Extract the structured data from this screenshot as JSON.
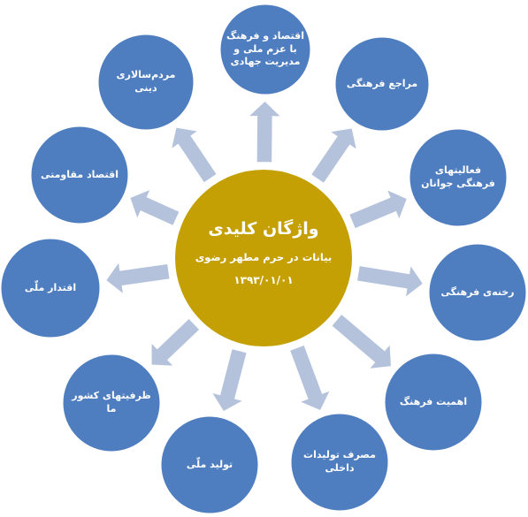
{
  "center": {
    "title": "واژگان کلیدی",
    "subtitle": "بیانات در حرم مطهر رضوی",
    "date": "۱۳۹۳/۰۱/۰۱"
  },
  "nodes": [
    {
      "label": "اقتصاد و فرهنگ با عزم ملی و مدیریت جهادی"
    },
    {
      "label": "مراجع فرهنگی"
    },
    {
      "label": "فعالیتهای فرهنگی جوانان"
    },
    {
      "label": "رخنه‌ی فرهنگی"
    },
    {
      "label": "اهمیت فرهنگ"
    },
    {
      "label": "مصرف تولیدات داخلی"
    },
    {
      "label": "تولید ملّی"
    },
    {
      "label": "ظرفیتهای کشور ما"
    },
    {
      "label": "اقتدار ملّی"
    },
    {
      "label": "اقتصاد مقاومتی"
    },
    {
      "label": "مردم‌سالاری دینی"
    }
  ],
  "colors": {
    "node_fill": "#4f7ec0",
    "center_fill": "#c4a004",
    "arrow_fill": "#b4c2dc"
  }
}
